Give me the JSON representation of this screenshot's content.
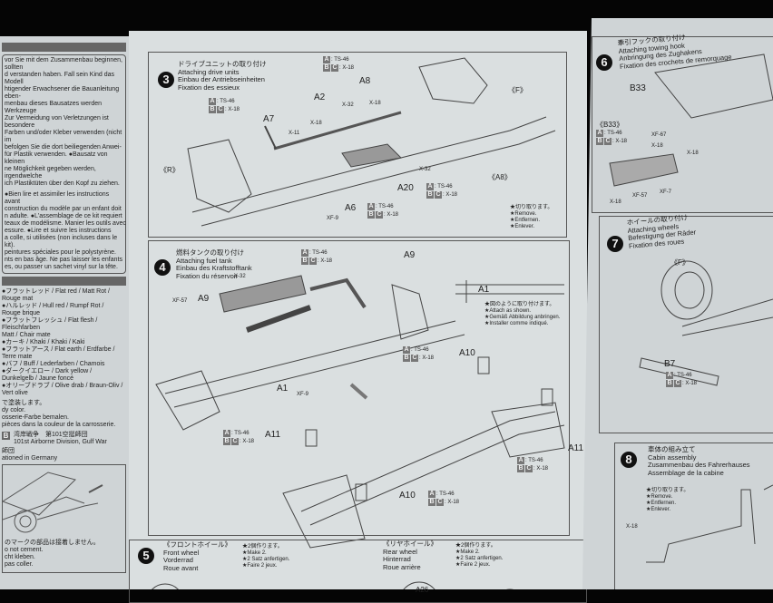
{
  "left_page": {
    "warning_de": [
      "vor Sie mit dem Zusammenbau beginnen, sollten",
      "d verstanden haben. Fall sein Kind das Modell",
      "htigender Erwachsener die Bauanleitung eben-",
      "menbau dieses Bausatzes werden Werkzeuge",
      "Zur Vermeidung von Verletzungen ist besondere",
      "Farben und/oder Kleber verwenden (nicht im",
      "befolgen Sie die dort beiliegenden Anwei-",
      "für Plastik verwenden. ●Bausatz von kleinen",
      "ne Möglichkeit gegeben werden, irgendwelche",
      "ich Plastiktüten über den Kopf zu ziehen."
    ],
    "warning_fr": [
      "●Bien lire et assimiler les instructions avant",
      "construction du modèle par un enfant doit",
      "n adulte. ●L'assemblage de ce kit requiert",
      "teaux de modélisme. Manier les outils avec",
      "essure. ●Lire et suivre les instructions",
      "a colle, si utilisées (non incluses dans le kit).",
      "peintures spéciales pour le polystyrène.",
      "nts en bas âge. Ne pas laisser les enfants",
      "es, ou passer un sachet vinyl sur la tête."
    ],
    "colors": [
      "●フラットレッド / Flat red / Matt Rot / Rouge mat",
      "●ハルレッド / Hull red / Rumpf Rot /",
      "  Rouge brique",
      "●フラットフレッシュ / Flat flesh / Fleischfarben",
      "  Matt / Chair mate",
      "●カーキ / Khaki / Khaki / Kaki",
      "●フラットアース / Flat earth / Erdfarbe / Terre mate",
      "●バフ / Buff / Lederfarben / Chamois",
      "●ダークイエロー / Dark yellow / Dunkelgelb / Jaune foncé",
      "●オリーブドラブ / Olive drab / Braun-Oliv / Vert olive"
    ],
    "body_color": [
      "で塗装します。",
      "dy color.",
      "osserie-Farbe bemalen.",
      "pièces dans la couleur de la carrosserie."
    ],
    "marking_letter": "B",
    "marking_jp": "湾岸戦争　第101空挺師団",
    "marking_en": "101st Airborne Division, Gulf War",
    "stationed_jp": "師団",
    "stationed": "ationed in Germany",
    "no_cement": [
      "のマークの部品は接着しません。",
      "o not cement.",
      "cht kleben.",
      "pas coller."
    ]
  },
  "step3": {
    "number": "3",
    "title": [
      "ドライブユニットの取り付け",
      "Attaching drive units",
      "Einbau der Antriebseinheiten",
      "Fixation des essieux"
    ],
    "labels": {
      "a7": "A7",
      "a2": "A2",
      "a8": "A8",
      "a20": "A20",
      "a6": "A6",
      "f": "《F》",
      "r": "《R》",
      "a8_detail": "《A8》"
    },
    "paints": {
      "x32a": "X-32",
      "x18a": "X-18",
      "x18b": "X-18",
      "x11": "X-11",
      "x32b": "X-32",
      "xf9": "XF-9"
    },
    "notes": [
      "★切り取ります。",
      "★Remove.",
      "★Entfernen.",
      "★Enlever."
    ]
  },
  "step4": {
    "number": "4",
    "title": [
      "燃料タンクの取り付け",
      "Attaching fuel tank",
      "Einbau des Kraftstofftank",
      "Fixation du réservoir"
    ],
    "labels": {
      "a9": "A9",
      "a1": "A1",
      "a9_detail": "A9",
      "a1_detail": "A1",
      "a10_top": "A10",
      "a11_left": "A11",
      "a11_right": "A11",
      "a10_bottom": "A10"
    },
    "paints": {
      "x32": "X-32",
      "xf57": "XF-57",
      "xf9": "XF-9"
    },
    "notes": [
      "★図のように取り付けます。",
      "★Attach as shown.",
      "★Gemäß Abbildung anbringen.",
      "★Installer comme indiqué."
    ]
  },
  "step5": {
    "number": "5",
    "front": [
      "《フロントホイール》",
      "Front wheel",
      "Vorderrad",
      "Roue avant"
    ],
    "front_notes": [
      "★2個作ります。",
      "★Make 2.",
      "★2 Satz anfertigen.",
      "★Faire 2 jeux."
    ],
    "rear": [
      "《リヤホイール》",
      "Rear wheel",
      "Hinterrad",
      "Roue arrière"
    ],
    "rear_notes": [
      "★2個作ります。",
      "★Make 2.",
      "★2 Satz anfertigen.",
      "★Faire 2 jeux."
    ],
    "label": "A26"
  },
  "step6": {
    "number": "6",
    "title": [
      "牽引フックの取り付け",
      "Attaching towing hook",
      "Anbringung des Zughakens",
      "Fixation des crochets de remorquage"
    ],
    "labels": {
      "b33": "B33",
      "b33_detail": "《B33》"
    },
    "paints": {
      "xf67": "XF-67",
      "x18a": "X-18",
      "x18b": "X-18",
      "x18c": "X-18",
      "xf57": "XF-57",
      "xf7": "XF-7"
    }
  },
  "step7": {
    "number": "7",
    "title": [
      "ホイールの取り付け",
      "Attaching wheels",
      "Befestigung der Räder",
      "Fixation des roues"
    ],
    "labels": {
      "f": "《F》",
      "b7": "B7"
    }
  },
  "step8": {
    "number": "8",
    "title": [
      "車体の組み立て",
      "Cabin assembly",
      "Zusammenbau des Fahrerhauses",
      "Assemblage de la cabine"
    ],
    "notes": [
      "★切り取ります。",
      "★Remove.",
      "★Entfernen.",
      "★Enlever."
    ],
    "paint": "X-18"
  },
  "paint_key": {
    "a": "A",
    "b": "B",
    "c": "C",
    "a_color": ": TS-46",
    "bc_color": ": X-18"
  }
}
